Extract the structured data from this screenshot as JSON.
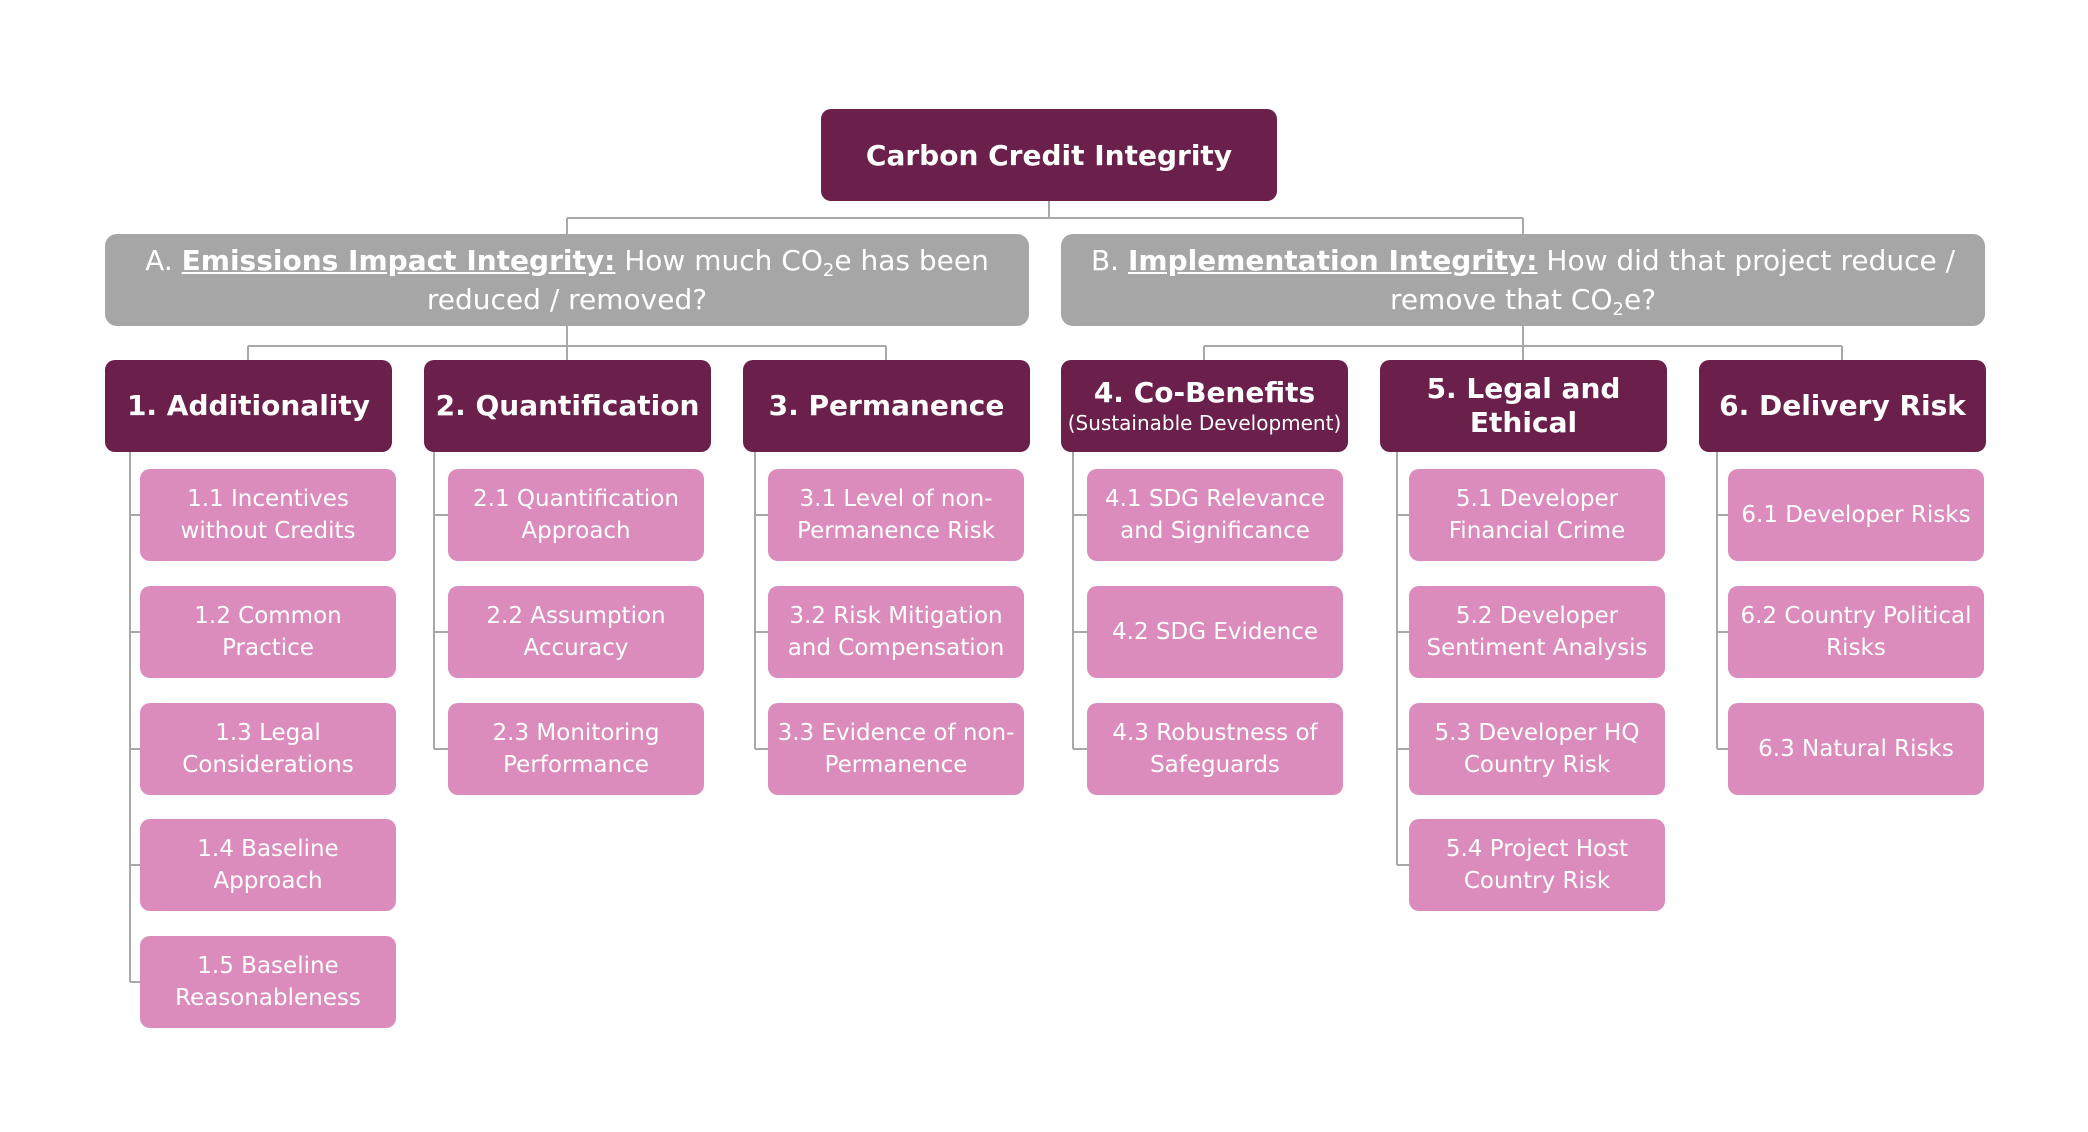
{
  "root": {
    "label": "Carbon Credit Integrity"
  },
  "branches": [
    {
      "letter": "A.",
      "key": "Emissions Impact Integrity:",
      "q1": " How much CO",
      "q2": "e has been reduced / removed?",
      "sub": "2"
    },
    {
      "letter": "B.",
      "key": "Implementation Integrity:",
      "q1": " How did that project reduce / remove that CO",
      "q2": "e?",
      "sub": "2"
    }
  ],
  "categories": [
    {
      "label": "1. Additionality",
      "items": [
        "1.1 Incentives without Credits",
        "1.2 Common Practice",
        "1.3 Legal Considerations",
        "1.4 Baseline Approach",
        "1.5 Baseline Reasonableness"
      ]
    },
    {
      "label": "2. Quantification",
      "items": [
        "2.1 Quantification Approach",
        "2.2 Assumption Accuracy",
        "2.3 Monitoring Performance"
      ]
    },
    {
      "label": "3. Permanence",
      "items": [
        "3.1 Level of non-Permanence Risk",
        "3.2 Risk Mitigation and Compensation",
        "3.3 Evidence of non-Permanence"
      ]
    },
    {
      "label": "4. Co-Benefits",
      "sublabel": "(Sustainable Development)",
      "items": [
        "4.1 SDG Relevance and Significance",
        "4.2 SDG Evidence",
        "4.3 Robustness of Safeguards"
      ]
    },
    {
      "label": "5. Legal and Ethical",
      "items": [
        "5.1 Developer Financial Crime",
        "5.2 Developer Sentiment Analysis",
        "5.3 Developer HQ Country Risk",
        "5.4 Project Host Country Risk"
      ]
    },
    {
      "label": "6. Delivery Risk",
      "items": [
        "6.1 Developer Risks",
        "6.2 Country Political Risks",
        "6.3 Natural Risks"
      ]
    }
  ]
}
